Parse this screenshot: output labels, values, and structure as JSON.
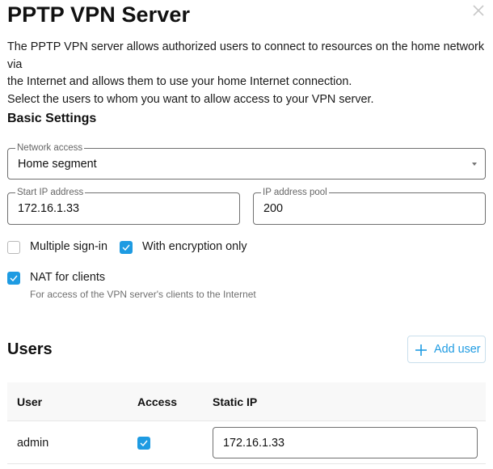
{
  "dialog": {
    "title": "PPTP VPN Server",
    "close_icon": "close-icon",
    "description": [
      "The PPTP VPN server allows authorized users to connect to resources on the home network via",
      "the Internet and allows them to use your home Internet connection.",
      "Select the users to whom you want to allow access to your VPN server."
    ]
  },
  "basic_settings": {
    "heading": "Basic Settings",
    "network_access": {
      "label": "Network access",
      "value": "Home segment"
    },
    "start_ip": {
      "label": "Start IP address",
      "value": "172.16.1.33"
    },
    "ip_pool": {
      "label": "IP address pool",
      "value": "200"
    },
    "multiple_signin": {
      "label": "Multiple sign-in",
      "checked": false
    },
    "encryption_only": {
      "label": "With encryption only",
      "checked": true
    },
    "nat_for_clients": {
      "label": "NAT for clients",
      "checked": true,
      "hint": "For access of the VPN server's clients to the Internet"
    }
  },
  "users": {
    "heading": "Users",
    "add_button": "Add user",
    "columns": [
      "User",
      "Access",
      "Static IP"
    ],
    "rows": [
      {
        "user": "admin",
        "access": true,
        "static_ip": "172.16.1.33"
      }
    ]
  },
  "colors": {
    "accent": "#1e9be2",
    "border": "#707070",
    "table_header_bg": "#f8f8f8",
    "hint_text": "#707070"
  }
}
